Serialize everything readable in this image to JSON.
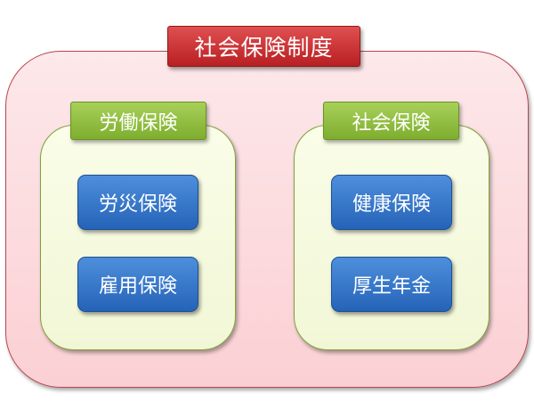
{
  "title": "社会保険制度",
  "groups": [
    {
      "label": "労働保険",
      "items": [
        "労災保険",
        "雇用保険"
      ]
    },
    {
      "label": "社会保険",
      "items": [
        "健康保険",
        "厚生年金"
      ]
    }
  ],
  "colors": {
    "outer": "#fbd0d4",
    "title": "#c8282c",
    "group": "#f4f9dc",
    "label": "#8fbe3e",
    "item": "#3575c8"
  }
}
